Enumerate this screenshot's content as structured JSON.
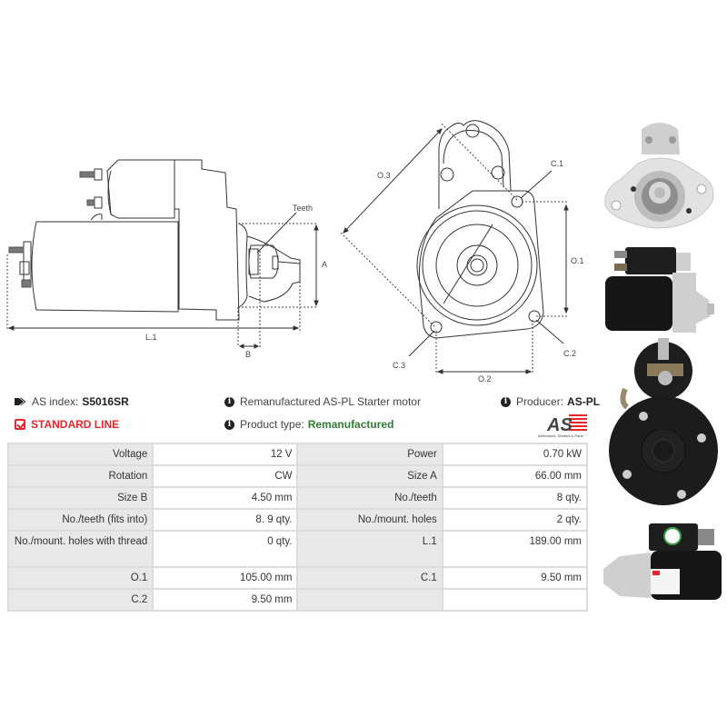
{
  "drawings": {
    "side_view": {
      "labels": {
        "teeth": "Teeth",
        "a": "A",
        "l1": "L.1",
        "b": "B"
      }
    },
    "front_view": {
      "labels": {
        "o3": "O.3",
        "c1": "C.1",
        "o1": "O.1",
        "c2": "C.2",
        "c3": "C.3",
        "o2": "O.2"
      }
    }
  },
  "photos": [
    {
      "name": "front-flange-view"
    },
    {
      "name": "side-view"
    },
    {
      "name": "rear-view"
    },
    {
      "name": "side-view-label"
    }
  ],
  "info": {
    "as_index_label": "AS index:",
    "as_index_value": "S5016SR",
    "standard_line": "STANDARD LINE",
    "description": "Remanufactured AS-PL Starter motor",
    "product_type_label": "Product type:",
    "product_type_value": "Remanufactured",
    "producer_label": "Producer:",
    "producer_value": "AS-PL",
    "logo_text": "AS",
    "logo_tagline": "Alternators, Starters & Parts"
  },
  "colors": {
    "accent_red": "#e8262a",
    "green": "#2e7d32",
    "label_bg": "#e8e8e8",
    "border": "#dcdcdc"
  },
  "specs": {
    "rows": [
      {
        "l1": "Voltage",
        "v1": "12 V",
        "l2": "Power",
        "v2": "0.70 kW"
      },
      {
        "l1": "Rotation",
        "v1": "CW",
        "l2": "Size A",
        "v2": "66.00 mm"
      },
      {
        "l1": "Size B",
        "v1": "4.50 mm",
        "l2": "No./teeth",
        "v2": "8 qty."
      },
      {
        "l1": "No./teeth (fits into)",
        "v1": "8. 9 qty.",
        "l2": "No./mount. holes",
        "v2": "2 qty."
      },
      {
        "l1": "No./mount. holes with thread",
        "v1": "0 qty.",
        "l2": "L.1",
        "v2": "189.00 mm"
      },
      {
        "l1": "O.1",
        "v1": "105.00 mm",
        "l2": "C.1",
        "v2": "9.50 mm"
      },
      {
        "l1": "C.2",
        "v1": "9.50 mm",
        "l2": "",
        "v2": ""
      }
    ]
  }
}
